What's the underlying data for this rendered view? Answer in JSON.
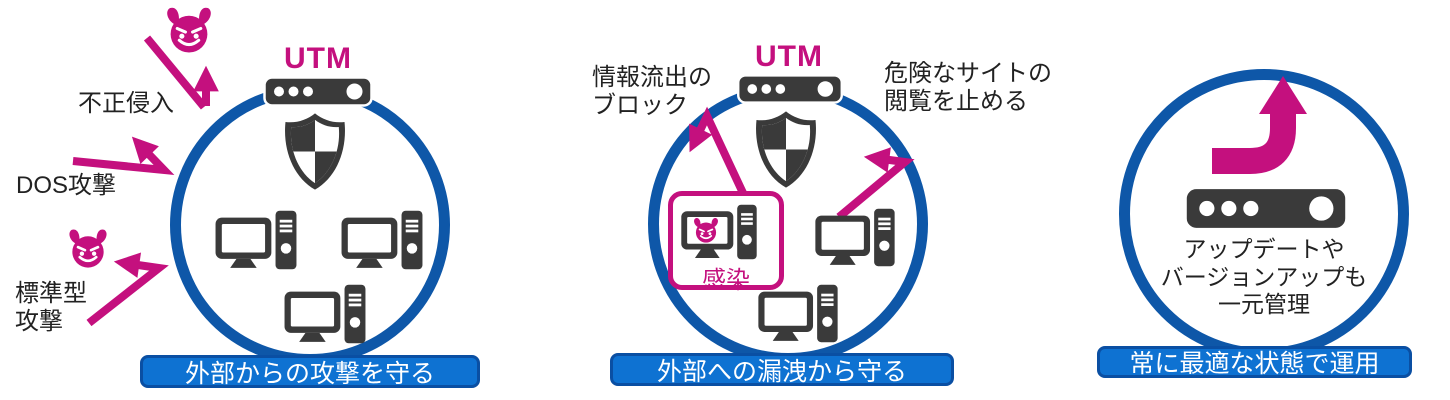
{
  "colors": {
    "magenta": "#C4107E",
    "circleBlue": "#0E57A8",
    "bannerFill": "#0E72D2",
    "bannerBorder": "#0A4FA3",
    "iconDark": "#3A3A3A",
    "textDark": "#222222"
  },
  "icons": {
    "utm_device": "utm-appliance-icon",
    "shield": "checkered-shield-icon",
    "computer": "desktop-computer-icon",
    "devil": "malware-devil-icon",
    "update_arrow": "update-arrow-icon",
    "attack_arrows": "deflected-attack-arrows"
  },
  "panels": [
    {
      "title": "UTM",
      "banner": "外部からの攻撃を守る",
      "labels": {
        "intrusion": "不正侵入",
        "dos": "DOS攻撃",
        "targeted": "標準型\n攻撃"
      }
    },
    {
      "title": "UTM",
      "banner": "外部への漏洩から守る",
      "labels": {
        "leak_block": "情報流出の\nブロック",
        "dangerous_site": "危険なサイトの\n閲覧を止める",
        "infection": "感染"
      }
    },
    {
      "banner": "常に最適な状態で運用",
      "body": "アップデートや\nバージョンアップも\n一元管理"
    }
  ]
}
